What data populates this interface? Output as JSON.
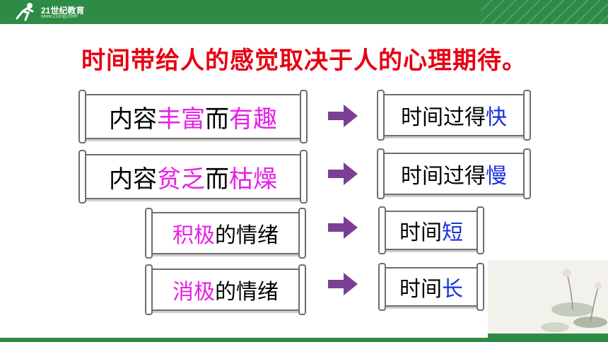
{
  "header": {
    "logo_text": "21世纪教育",
    "logo_sub": "www.21cnjy.com"
  },
  "title": "时间带给人的感觉取决于人的心理期待。",
  "rows": [
    {
      "left": [
        "内容",
        "丰富",
        "而",
        "有趣"
      ],
      "right": [
        "时间过得",
        "快"
      ]
    },
    {
      "left": [
        "内容",
        "贫乏",
        "而",
        "枯燥"
      ],
      "right": [
        "时间过得",
        "慢"
      ]
    },
    {
      "left": [
        "积极",
        "的情绪"
      ],
      "right": [
        "时间",
        "短"
      ]
    },
    {
      "left": [
        "消极",
        "的情绪"
      ],
      "right": [
        "时间",
        "长"
      ]
    }
  ],
  "colors": {
    "accent_pink": "#e620e6",
    "accent_blue": "#1a2fe0",
    "title_red": "#e60012",
    "bar_green": "#2e8b45",
    "arrow_purple": "#7b3f96"
  },
  "icons": {
    "logo": "runner-logo-icon",
    "arrow": "right-arrow-icon",
    "decor": "lotus-painting"
  }
}
